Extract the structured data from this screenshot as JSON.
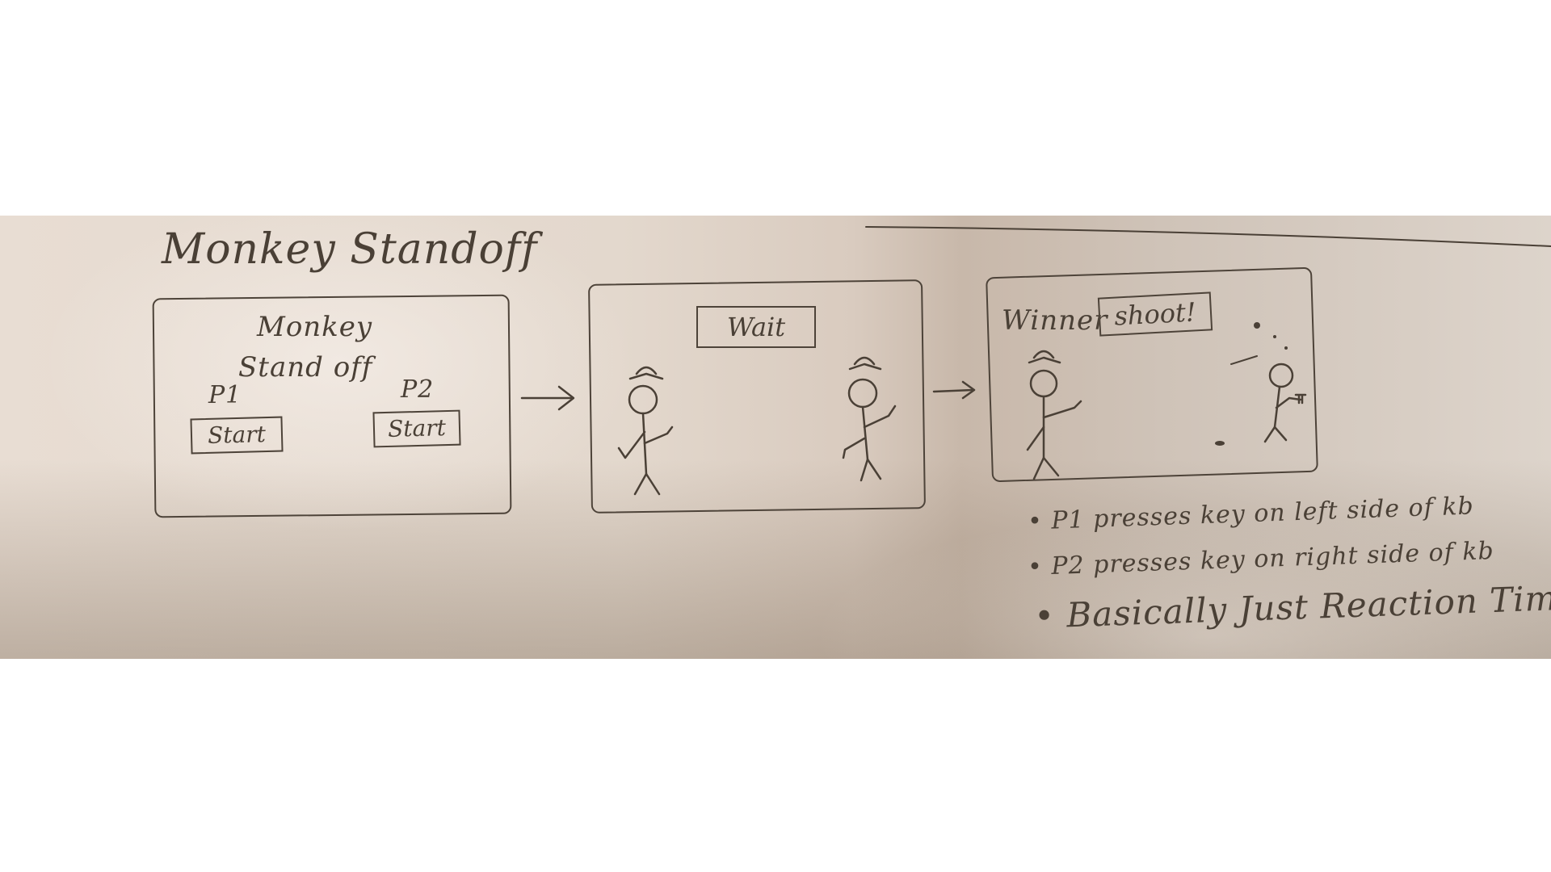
{
  "sketch": {
    "title": "Monkey Standoff",
    "screen1": {
      "game_title_line1": "Monkey",
      "game_title_line2": "Stand off",
      "p1_label": "P1",
      "p2_label": "P2",
      "p1_start": "Start",
      "p2_start": "Start"
    },
    "screen2": {
      "status_box": "Wait"
    },
    "screen3": {
      "winner_label": "Winner",
      "status_box": "shoot!"
    },
    "notes": [
      "P1 presses key on left side of kb",
      "P2 presses key on right side of kb",
      "Basically Just Reaction Time"
    ],
    "colors": {
      "ink": "#4a4036",
      "paper": "#e3d8cd"
    }
  }
}
